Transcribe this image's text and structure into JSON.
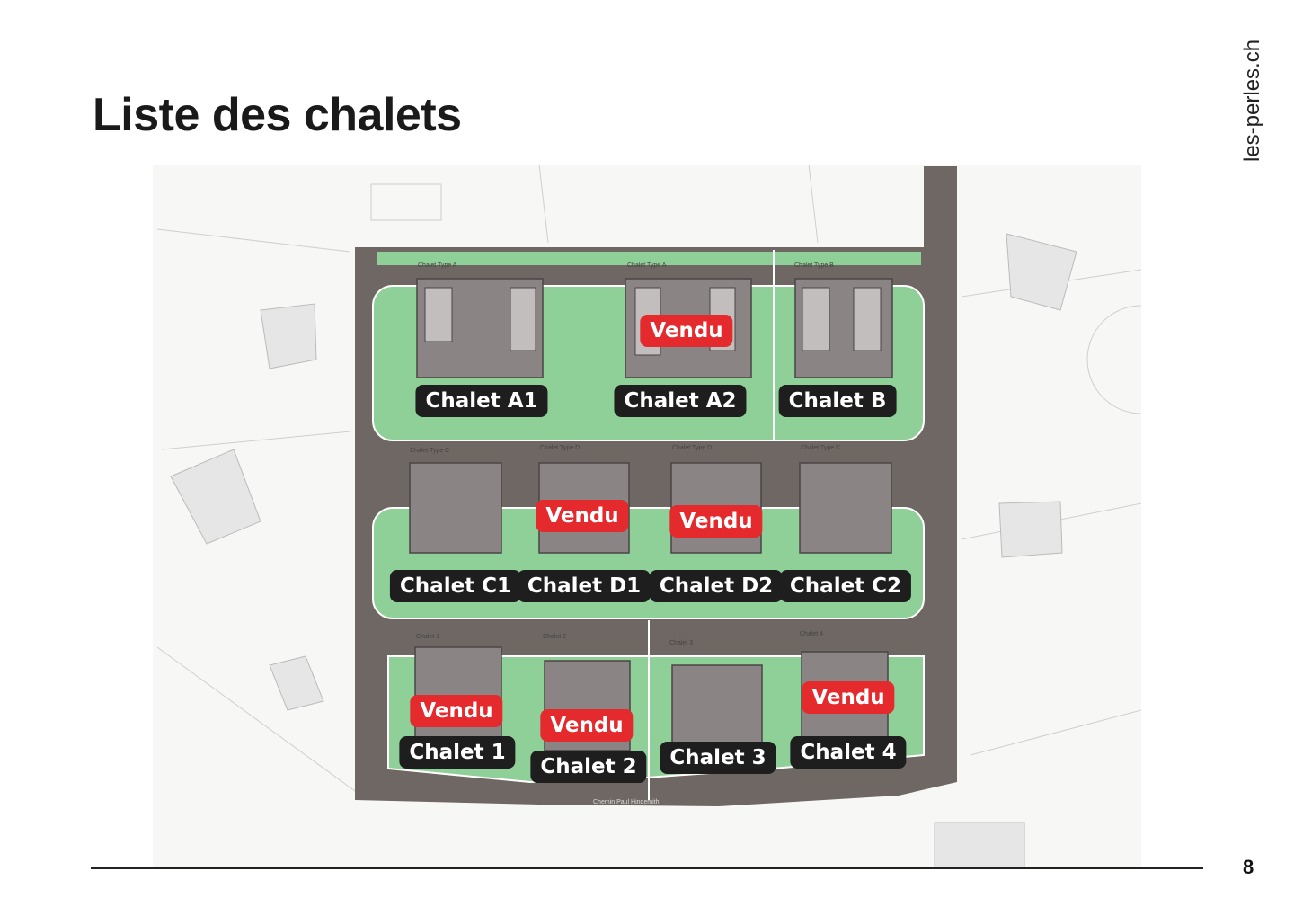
{
  "page": {
    "title": "Liste des chalets",
    "site": "les-perles.ch",
    "page_number": "8"
  },
  "plan": {
    "road_name": "Chemin Paul Hindemith",
    "colors": {
      "road": "#6e6764",
      "lawn": "#8fcf98",
      "house": "#8a8584",
      "sold": "#e42a2d",
      "label": "#1e1e1e"
    },
    "type_labels": [
      "Chalet Type A",
      "Chalet Type A",
      "Chalet Type B",
      "Chalet Type C",
      "Chalet Type D",
      "Chalet Type D",
      "Chalet Type C",
      "Chalet 1",
      "Chalet 2",
      "Chalet 3",
      "Chalet 4"
    ],
    "chalets": [
      {
        "name": "Chalet A1",
        "sold": false
      },
      {
        "name": "Chalet A2",
        "sold": true
      },
      {
        "name": "Chalet B",
        "sold": false
      },
      {
        "name": "Chalet C1",
        "sold": false
      },
      {
        "name": "Chalet D1",
        "sold": true
      },
      {
        "name": "Chalet D2",
        "sold": true
      },
      {
        "name": "Chalet C2",
        "sold": false
      },
      {
        "name": "Chalet 1",
        "sold": true
      },
      {
        "name": "Chalet 2",
        "sold": true
      },
      {
        "name": "Chalet 3",
        "sold": false
      },
      {
        "name": "Chalet 4",
        "sold": true
      }
    ],
    "sold_label": "Vendu"
  }
}
